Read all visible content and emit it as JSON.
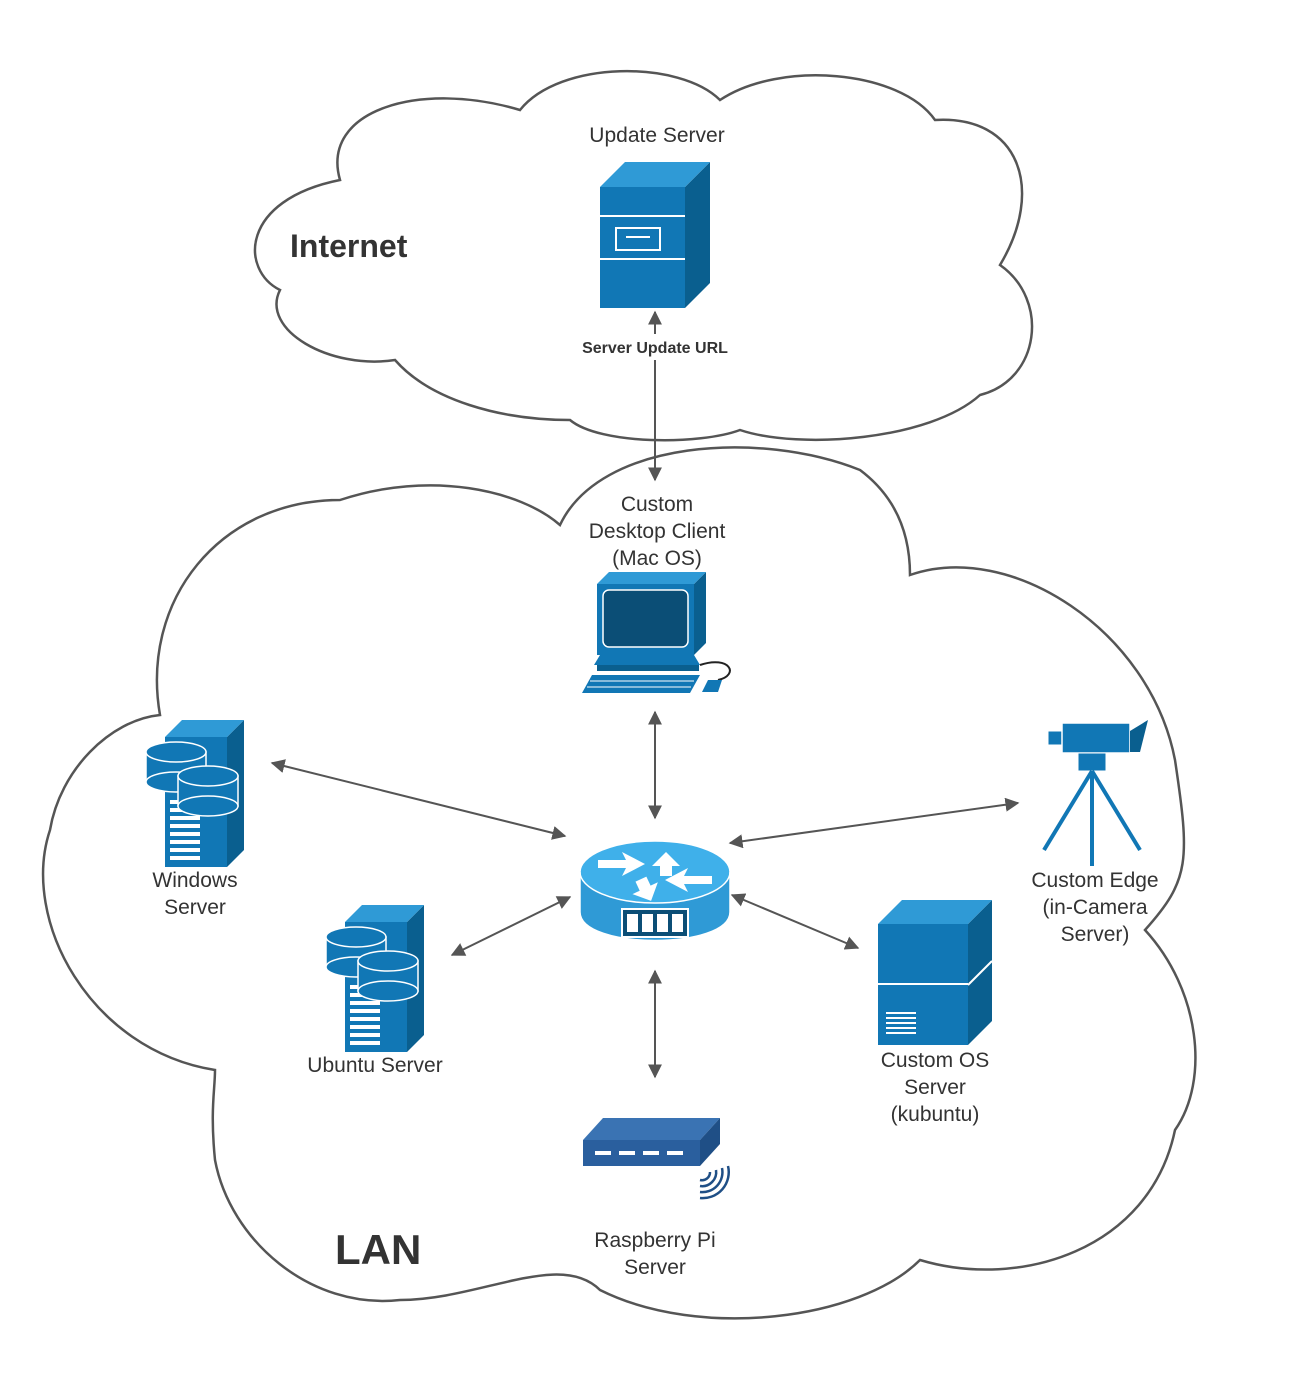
{
  "zones": {
    "internet": {
      "title": "Internet"
    },
    "lan": {
      "title": "LAN"
    }
  },
  "nodes": {
    "update_server": {
      "label": [
        "Update Server"
      ],
      "icon": "server-tower-icon"
    },
    "desktop_client": {
      "label": [
        "Custom",
        "Desktop Client",
        "(Mac OS)"
      ],
      "icon": "desktop-computer-icon"
    },
    "router": {
      "label": [],
      "icon": "router-icon"
    },
    "windows_server": {
      "label": [
        "Windows",
        "Server"
      ],
      "icon": "database-server-icon"
    },
    "ubuntu_server": {
      "label": [
        "Ubuntu Server"
      ],
      "icon": "database-server-icon"
    },
    "custom_edge": {
      "label": [
        "Custom Edge",
        "(in-Camera",
        "Server)"
      ],
      "icon": "camera-tripod-icon"
    },
    "custom_os_server": {
      "label": [
        "Custom OS",
        "Server",
        "(kubuntu)"
      ],
      "icon": "server-tower-icon"
    },
    "raspberry_pi": {
      "label": [
        "Raspberry Pi",
        "Server"
      ],
      "icon": "wireless-hub-icon"
    }
  },
  "edges": [
    {
      "from": "update_server",
      "to": "desktop_client",
      "label": "Server Update URL",
      "bidirectional": true
    },
    {
      "from": "desktop_client",
      "to": "router",
      "label": "",
      "bidirectional": true
    },
    {
      "from": "windows_server",
      "to": "router",
      "label": "",
      "bidirectional": true
    },
    {
      "from": "custom_edge",
      "to": "router",
      "label": "",
      "bidirectional": true
    },
    {
      "from": "ubuntu_server",
      "to": "router",
      "label": "",
      "bidirectional": true
    },
    {
      "from": "custom_os_server",
      "to": "router",
      "label": "",
      "bidirectional": true
    },
    {
      "from": "raspberry_pi",
      "to": "router",
      "label": "",
      "bidirectional": true
    }
  ],
  "colors": {
    "icon_dark": "#0a5f8f",
    "icon_mid": "#1177b5",
    "icon_light": "#2f9ad6",
    "line": "#555555"
  }
}
